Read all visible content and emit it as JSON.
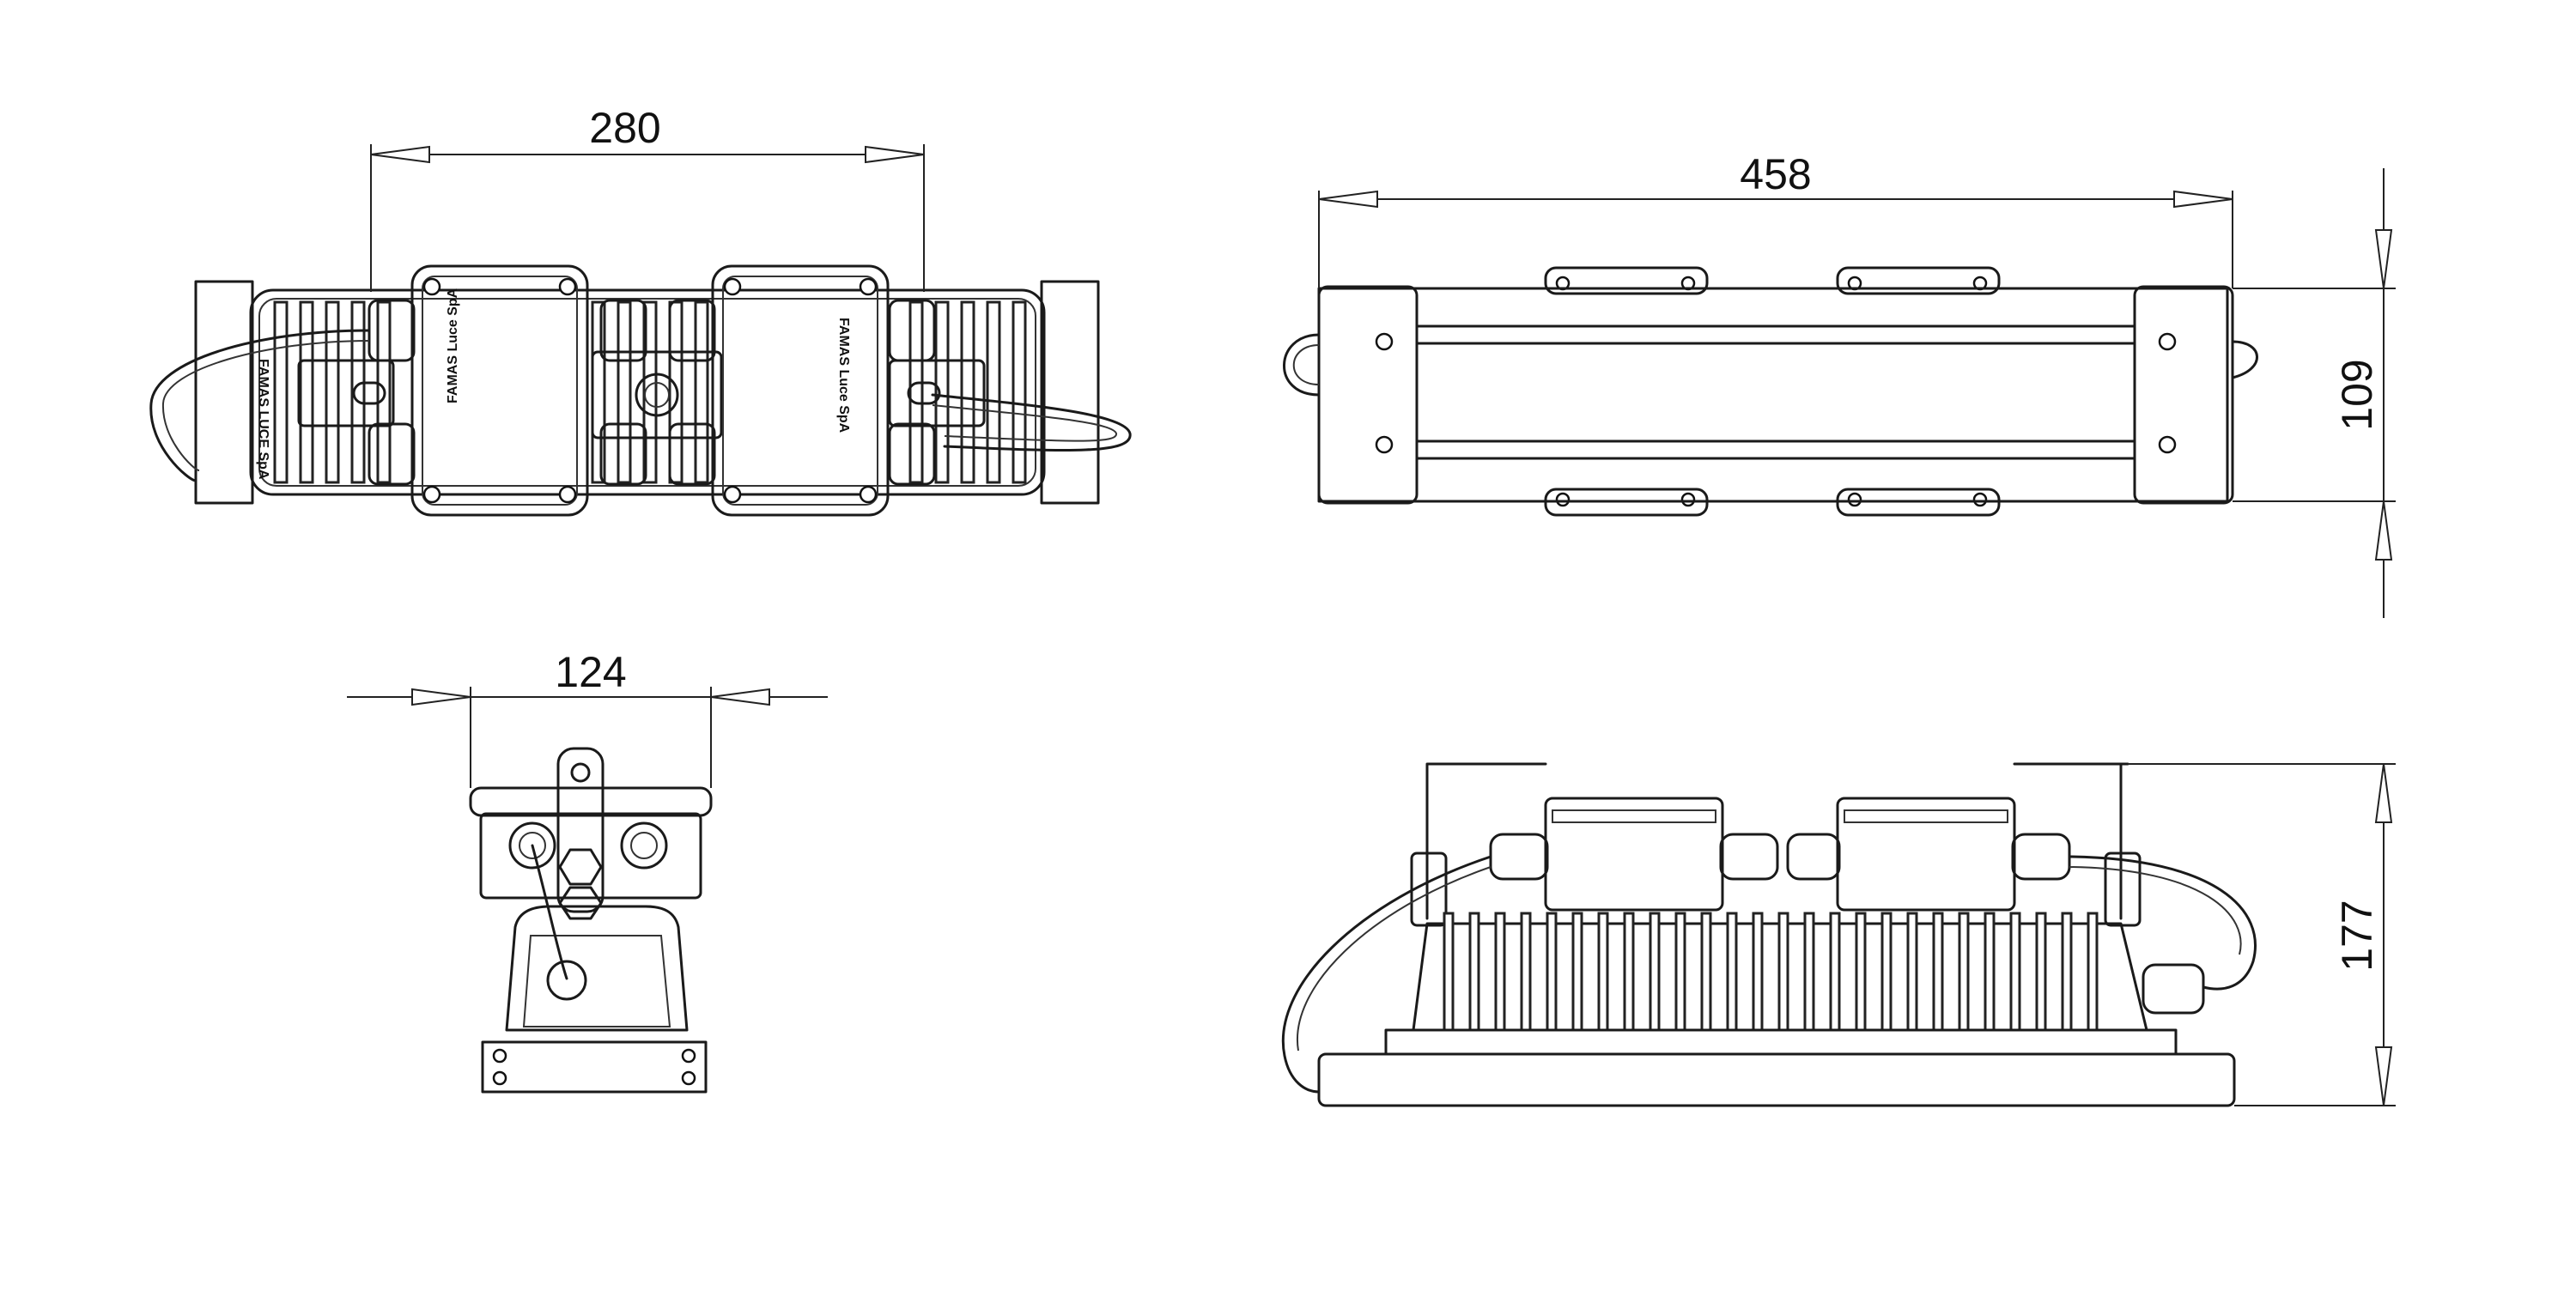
{
  "dimensions": {
    "top_view_width": "280",
    "front_view_length": "458",
    "front_view_height": "109",
    "end_view_width": "124",
    "side_view_height": "177"
  },
  "box_labels": {
    "top_view_left_box": "FAMAS Luce SpA",
    "top_view_right_box": "FAMAS Luce SpA",
    "top_view_left_plate": "FAMAS LUCE SpA"
  },
  "colors": {
    "line": "#1a1a1a",
    "background": "#ffffff"
  }
}
